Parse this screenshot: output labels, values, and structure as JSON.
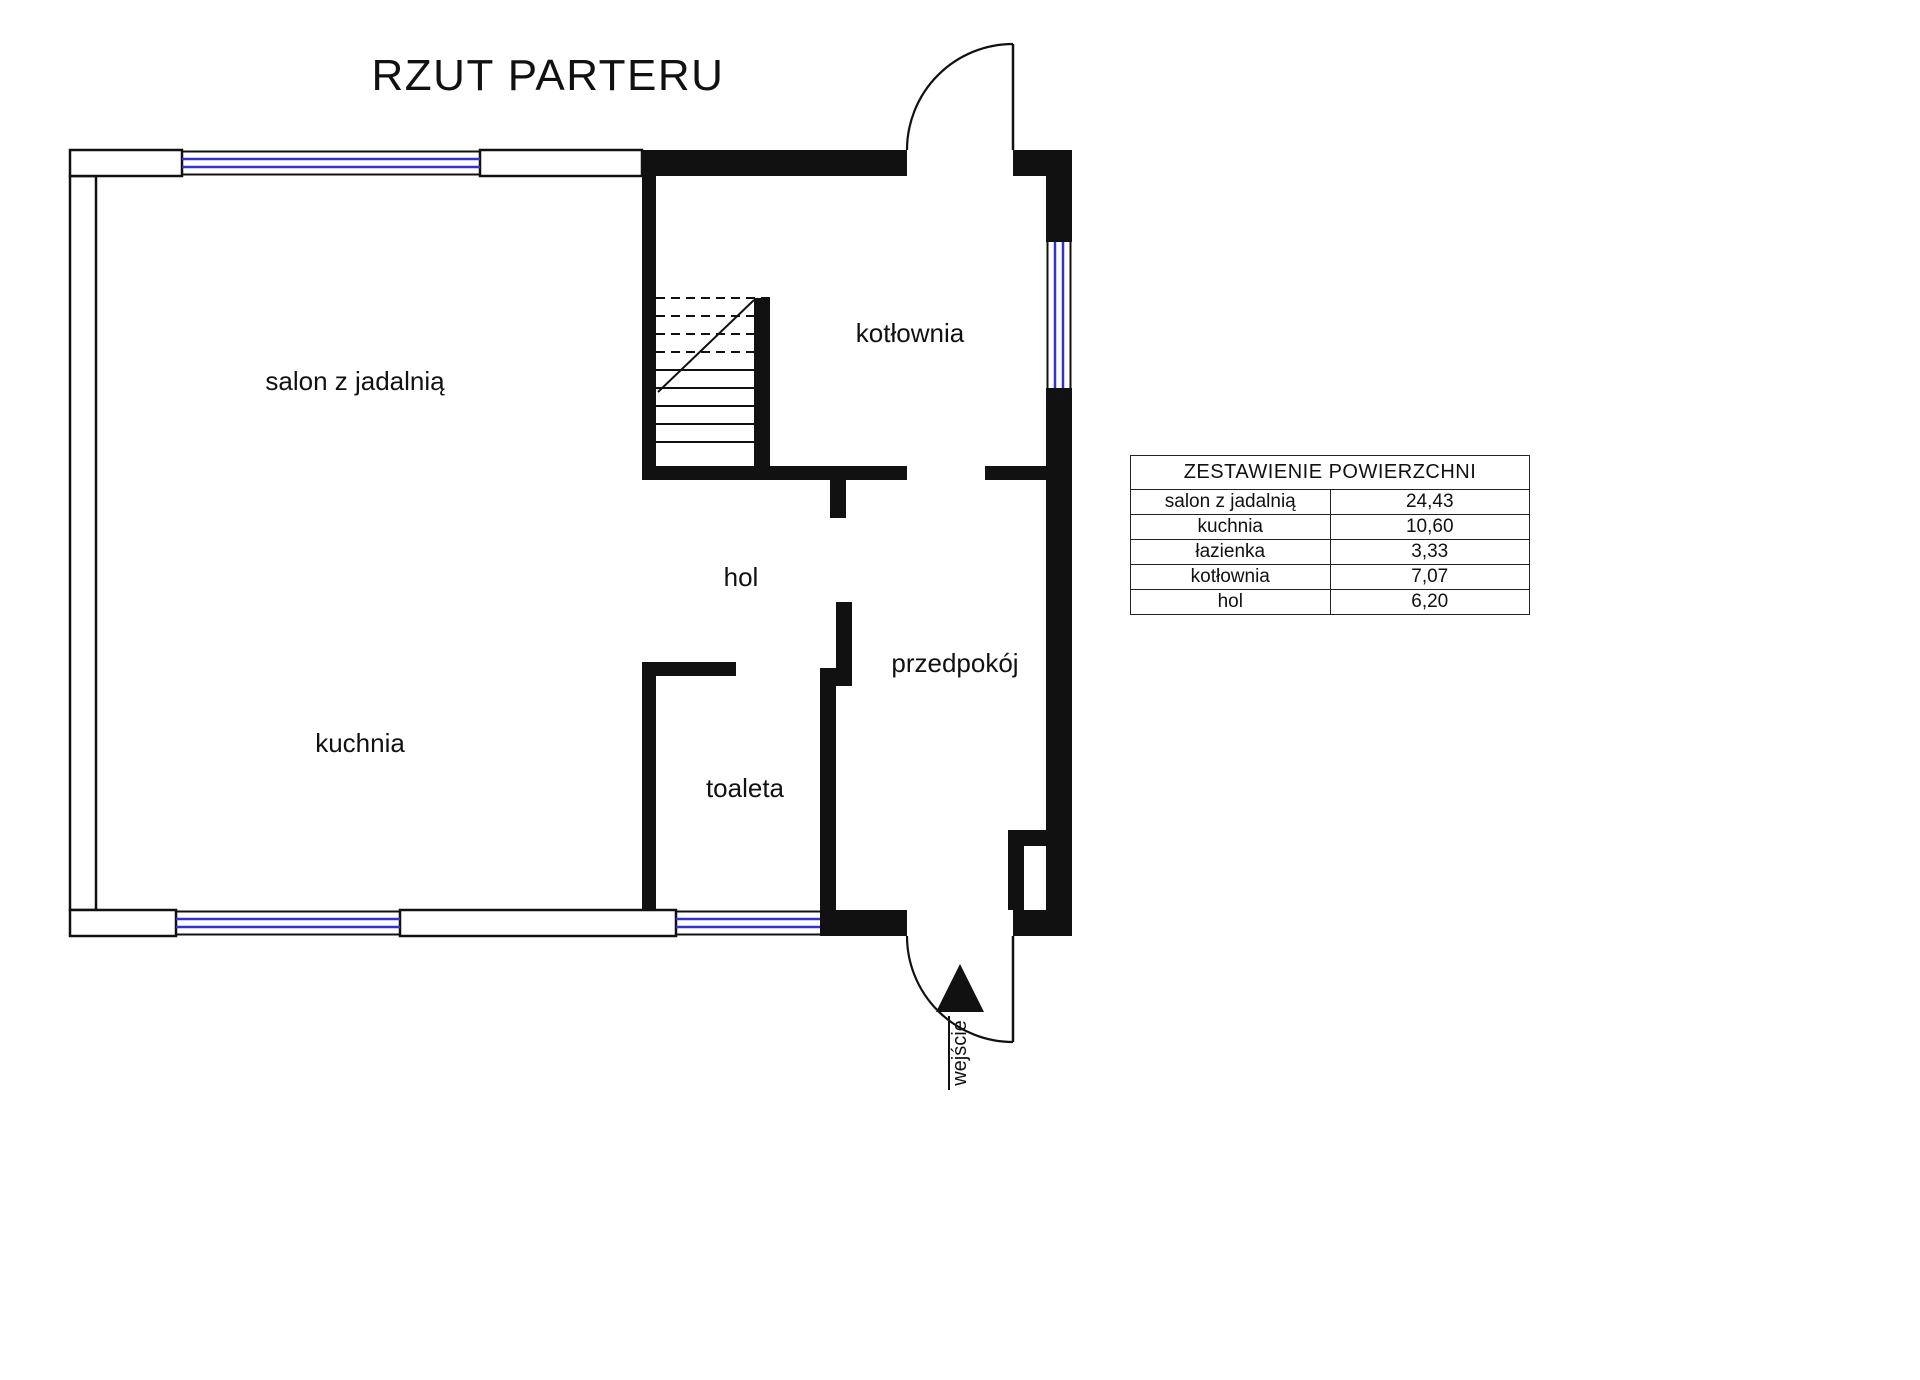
{
  "page": {
    "title": "RZUT PARTERU"
  },
  "rooms": {
    "salon": {
      "label": "salon z jadalnią"
    },
    "kotlownia": {
      "label": "kotłownia"
    },
    "hol": {
      "label": "hol"
    },
    "kuchnia": {
      "label": "kuchnia"
    },
    "toaleta": {
      "label": "toaleta"
    },
    "przedpokoj": {
      "label": "przedpokój"
    }
  },
  "entrance": {
    "label": "wejście"
  },
  "summary_table": {
    "title": "ZESTAWIENIE POWIERZCHNI",
    "rows": [
      {
        "name": "salon z jadalnią",
        "area": "24,43"
      },
      {
        "name": "kuchnia",
        "area": "10,60"
      },
      {
        "name": "łazienka",
        "area": "3,33"
      },
      {
        "name": "kotłownia",
        "area": "7,07"
      },
      {
        "name": "hol",
        "area": "6,20"
      }
    ]
  },
  "colors": {
    "wall": "#111111",
    "window": "#3333cc"
  }
}
